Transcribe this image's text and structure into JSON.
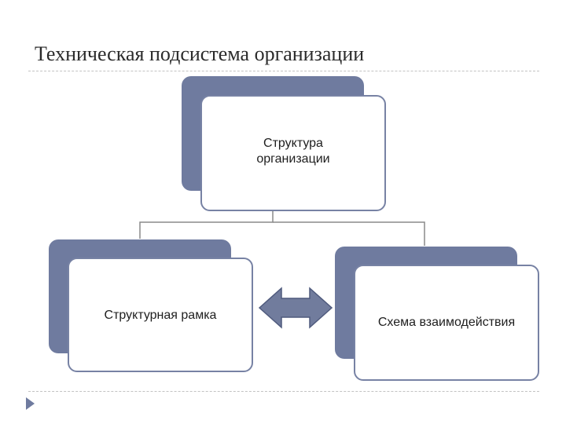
{
  "slide": {
    "title": "Техническая подсистема организации"
  },
  "diagram": {
    "root": {
      "label": "Структура\nорганизации"
    },
    "left": {
      "label": "Структурная рамка"
    },
    "right": {
      "label": "Схема взаимодействия"
    },
    "relation": "double-headed-arrow"
  },
  "colors": {
    "card_shadow": "#6f7b9f",
    "card_border": "#7782a4",
    "arrow_fill": "#717c9d",
    "connector_line": "#8a8a8a"
  },
  "icons": {
    "nav": "next-slide-arrow-icon"
  }
}
